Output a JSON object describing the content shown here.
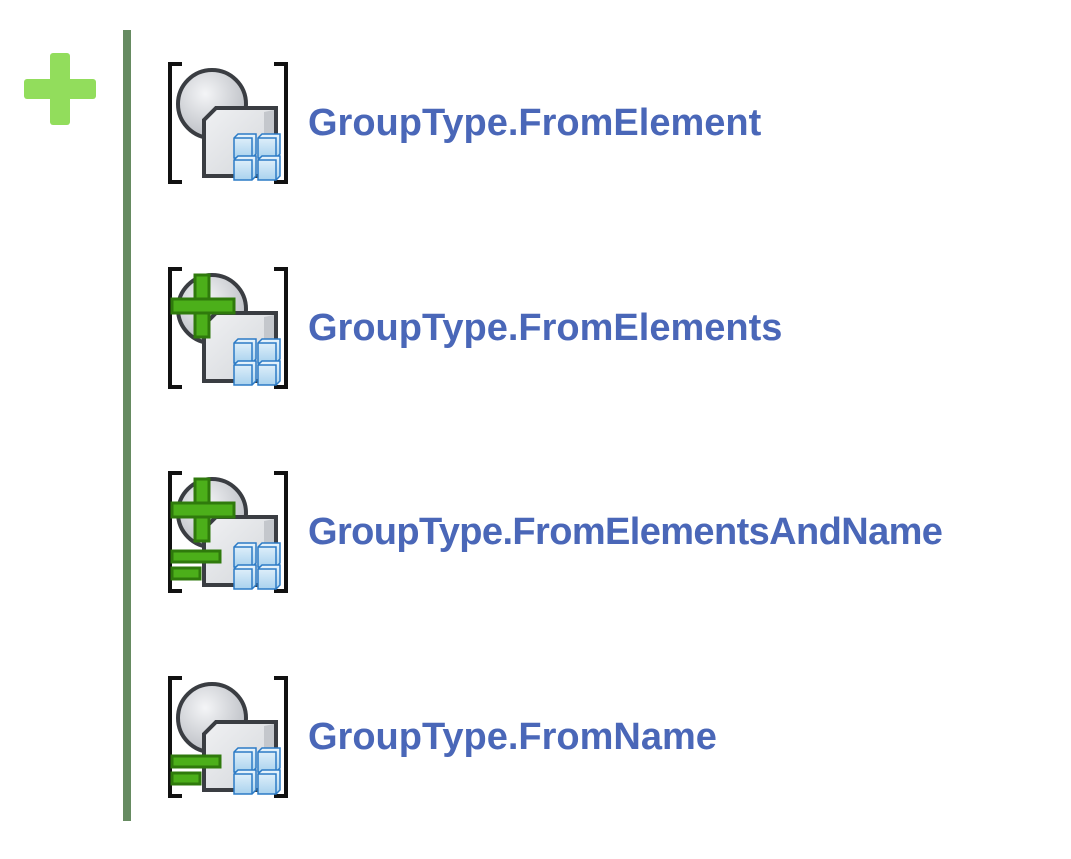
{
  "add_button": {
    "icon": "plus-icon",
    "color": "#92DD5C"
  },
  "divider": {
    "color": "#668B61"
  },
  "items": [
    {
      "label": "GroupType.FromElement",
      "icon": "group-from-element-icon",
      "badges": []
    },
    {
      "label": "GroupType.FromElements",
      "icon": "group-from-elements-icon",
      "badges": [
        "plus"
      ]
    },
    {
      "label": "GroupType.FromElementsAndName",
      "icon": "group-from-elements-and-name-icon",
      "badges": [
        "plus",
        "name-lines"
      ]
    },
    {
      "label": "GroupType.FromName",
      "icon": "group-from-name-icon",
      "badges": [
        "name-lines"
      ]
    }
  ],
  "colors": {
    "label_text": "#4A67B8",
    "badge_green": "#4CAF1A",
    "badge_green_dark": "#2F7A0C"
  }
}
